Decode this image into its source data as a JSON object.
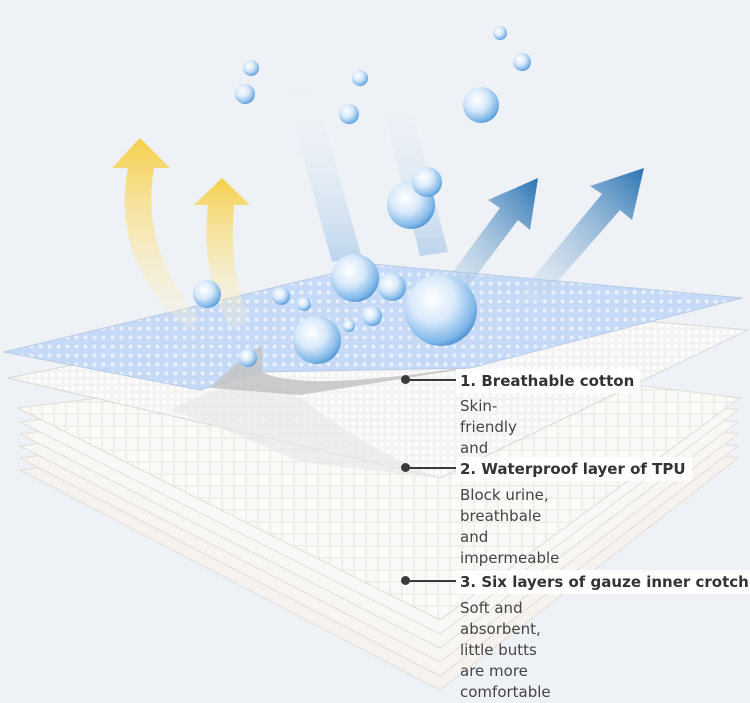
{
  "layers": [
    {
      "title": "1. Breathable cotton",
      "description": "Skin-friendly and breathable"
    },
    {
      "title": "2. Waterproof layer of TPU",
      "description": "Block urine, breathbale and\nimpermeable to moisture"
    },
    {
      "title": "3. Six layers of gauze inner crotch",
      "description": "Soft and absorbent,\nlittle butts are more comfortable"
    }
  ],
  "colors": {
    "background": "#eef1f5",
    "top_layer": "#c9dbf5",
    "tpu_layer": "#f2f2f2",
    "gauze_layer": "#faf8f6",
    "warm_arrow": "#f7d56a",
    "cool_arrow": "#2f78b5",
    "text": "#333333"
  },
  "icons": [
    "water-droplet-icon",
    "warm-air-arrow-icon",
    "moisture-arrow-icon",
    "callout-dot-icon"
  ]
}
